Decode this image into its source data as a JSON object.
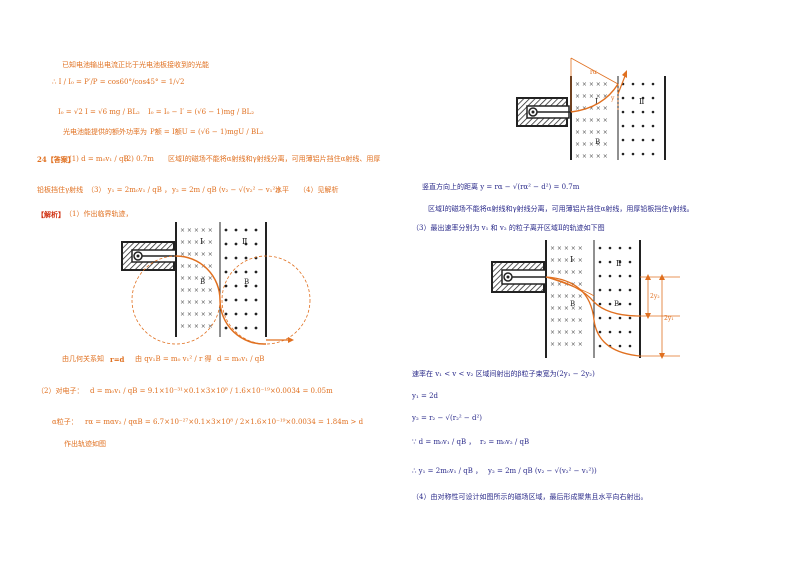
{
  "left": {
    "l1": "已知电池输出电流正比于光电池板接收到的光能",
    "l2": "∴ I / I₀ = P′/P = cos60°/cos45° = 1/√2",
    "l3a": "I₀ = √2 I = √6 mg / BL₂",
    "l3b": "I₀ = I₀ − I′ = (√6 − 1)mg / BL₂",
    "l4a": "光电池能提供的额外功率为",
    "l4b": "P额 = I额U = (√6 − 1)mgU / BL₂",
    "ans_label": "24【答案】",
    "ans1": "(1)  d = m₀v₁ / qB",
    "ans2": "(2) 0.7m",
    "ans3": "区域Ⅰ的磁场不能将α射线和γ射线分离，可用薄铝片挡住α射线、用厚",
    "l6a": "铅板挡住γ射线",
    "l6b": "（3） y₁ = 2m₀v₁ / qB ，",
    "l6c": "y₂ = 2m / qB (v₂ − √(v₂² − v₁²))",
    "l6d": "水平",
    "l6e": "（4）见解析",
    "jiexi_label": "【解析】",
    "jiexi_text": "（1）作出临界轨迹，",
    "l8a": "由几何关系知",
    "l8b": "r=d",
    "l8c": "由 qv₁B = m₀ v₁² / r  得",
    "l8d": "d = m₀v₁ / qB",
    "l9a": "（2）对电子：",
    "l9b": "d = m₀v₁ / qB = 9.1×10⁻³¹×0.1×3×10⁸ / 1.6×10⁻¹⁹×0.0034 = 0.05m",
    "l10a": "α粒子：",
    "l10b": "rα = mαv₂ / qαB = 6.7×10⁻²⁷×0.1×3×10⁸ / 2×1.6×10⁻¹⁹×0.0034 = 1.84m > d",
    "l11": "作出轨迹如图"
  },
  "right": {
    "r1": "竖直方向上的距离 y = rα − √(rα² − d²) = 0.7m",
    "r2": "区域Ⅰ的磁场不能将α射线和γ射线分离，可用薄铝片挡住α射线，用厚铅板挡住γ射线。",
    "r3": "（3）最出速率分别为 v₁ 和 v₂ 的粒子离开区域Ⅱ的轨迹如下图",
    "r4": "速率在 v₁ < v < v₂ 区域间射出的β粒子束宽为(2y₁ − 2y₂)",
    "r5": "y₁ = 2d",
    "r6": "y₂ = r₂ − √(r₂² − d²)",
    "r7a": "∵ d = m₀v₁ / qB ，",
    "r7b": "r₂ = m₀v₂ / qB",
    "r8a": "∴ y₁ = 2m₀v₁ / qB ，",
    "r8b": "y₂ = 2m / qB (v₂ − √(v₂² − v₁²))",
    "r9": "（4）由对称性可设计如图所示的磁场区域，最后形成聚焦且水平向右射出。"
  },
  "figures": {
    "region1": "Ⅰ",
    "region2": "Ⅱ",
    "field_b": "B",
    "ra_label": "rα",
    "y_label": "y",
    "y1_label": "2y₁",
    "y2_label": "2y₂"
  },
  "colors": {
    "orange": "#e07020",
    "blue": "#2a2a8a",
    "dark": "#222222"
  }
}
